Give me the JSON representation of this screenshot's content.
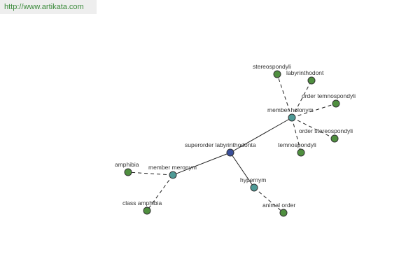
{
  "banner": {
    "url": "http://www.artikata.com"
  },
  "colors": {
    "hub": "#3a4f9a",
    "relation": "#4e9a96",
    "leaf": "#4f8f3f"
  },
  "nodes": {
    "center": "superorder labyrinthodonta",
    "member_meronym": "member meronym",
    "member_holonym": "member holonym",
    "hypernym": "hypernym",
    "amphibia": "amphibia",
    "class_amphibia": "class amphibia",
    "stereospondyli": "stereospondyli",
    "labyrinthodont": "labyrinthodont",
    "order_temnospondyli": "order temnospondyli",
    "order_stereospondyli": "order stereospondyli",
    "temnospondyli": "temnospondyli",
    "animal_order": "animal order"
  }
}
